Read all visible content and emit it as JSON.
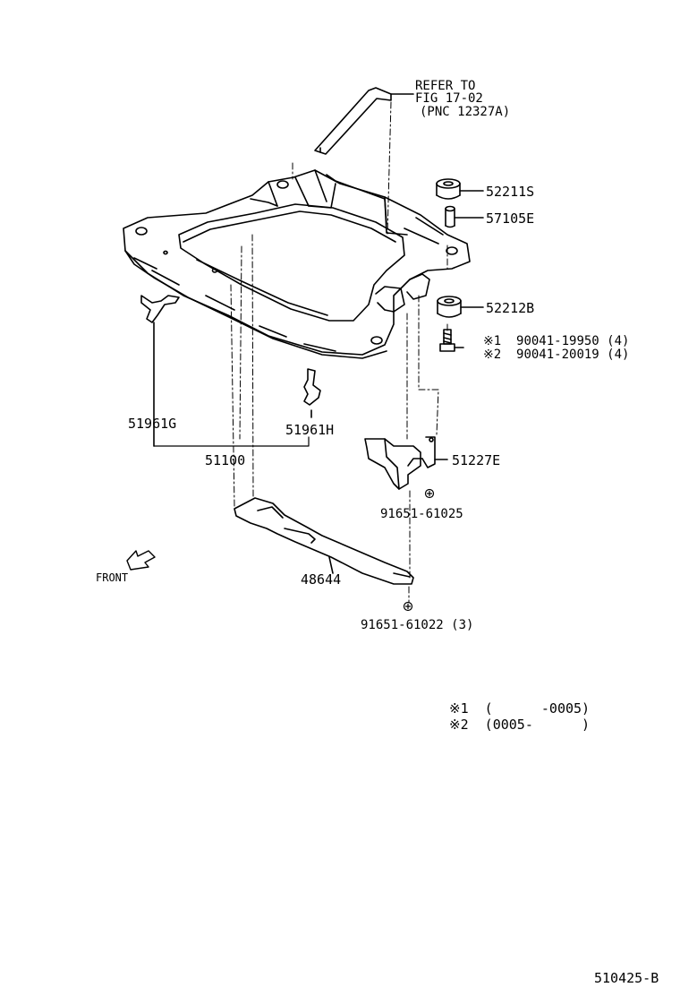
{
  "diagram": {
    "refer": {
      "line1": "REFER TO",
      "line2": "FIG 17-02",
      "line3": "(PNC 12327A)"
    },
    "parts": {
      "p52211S": "52211S",
      "p57105E": "57105E",
      "p52212B": "52212B",
      "bolt_1": "※1  90041-19950 (4)",
      "bolt_2": "※2  90041-20019 (4)",
      "p51961G": "51961G",
      "p51961H": "51961H",
      "p51100": "51100",
      "p51227E": "51227E",
      "p91651_61025": "91651-61025",
      "p48644": "48644",
      "p91651_61022": "91651-61022 (3)"
    },
    "front_label": "FRONT",
    "notes": {
      "n1": "※1  (      -0005)",
      "n2": "※2  (0005-      )"
    },
    "figure_id": "510425-B"
  }
}
